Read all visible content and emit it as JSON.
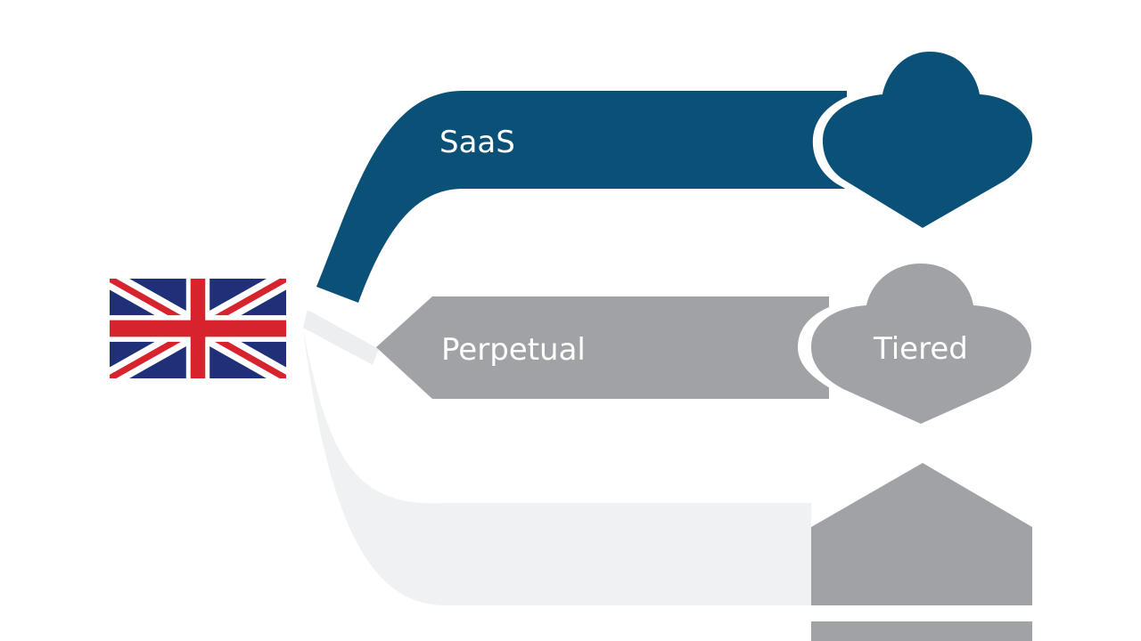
{
  "diagram": {
    "origin": {
      "icon": "uk-flag-icon"
    },
    "branches": [
      {
        "id": "saas",
        "label": "SaaS",
        "end_icon": "cloud-icon",
        "end_label": "",
        "color": "#0b5077"
      },
      {
        "id": "perpetual",
        "label": "Perpetual",
        "end_icon": "cloud-icon",
        "end_label": "Tiered",
        "color": "#a0a2a5"
      },
      {
        "id": "third",
        "label": "",
        "end_icon": "house-icon",
        "end_label": "",
        "color": "#f0f1f2"
      }
    ]
  },
  "colors": {
    "primary": "#0b5077",
    "secondary": "#a0a2a5",
    "faded": "#f0f1f2",
    "flag_blue": "#1f2f78",
    "flag_red": "#d6232d",
    "flag_white": "#ffffff"
  }
}
